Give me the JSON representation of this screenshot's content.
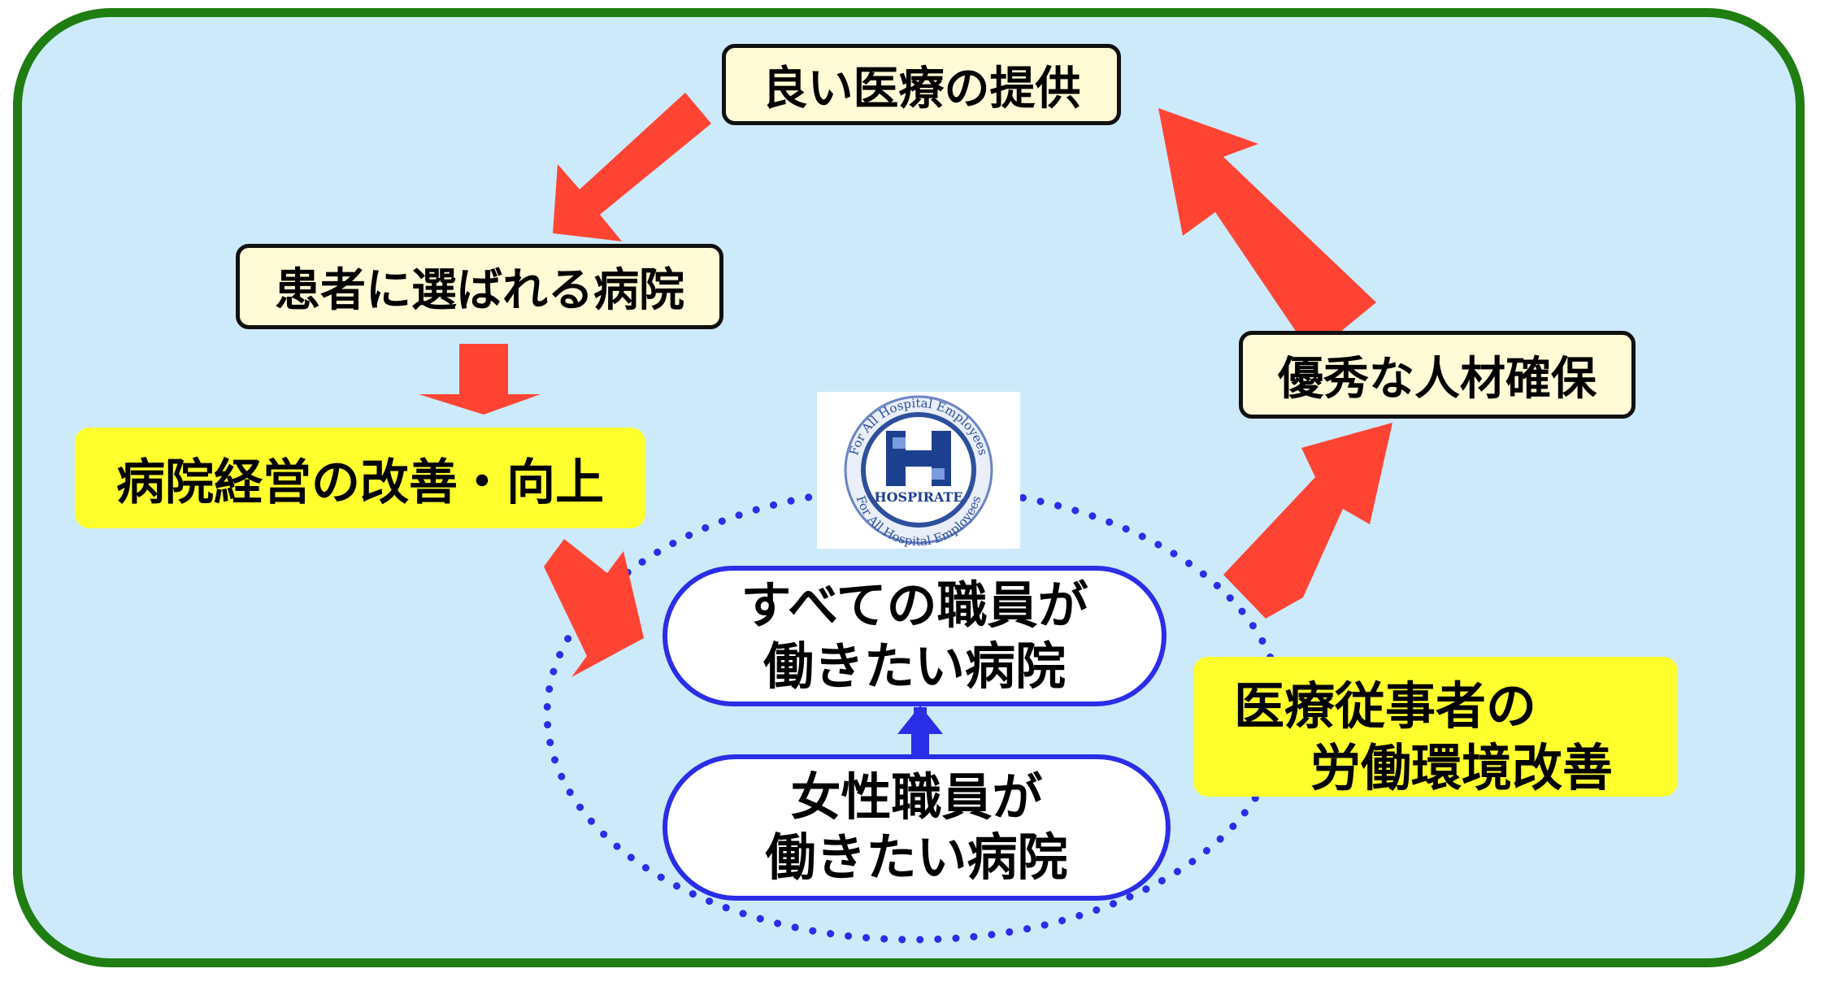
{
  "diagram": {
    "nodes": {
      "good_care": "良い医療の提供",
      "patients_choose": "患者に選ばれる病院",
      "management": "病院経営の改善・向上",
      "talent": "優秀な人材確保",
      "work_env_line1": "医療従事者の",
      "work_env_line2": "労働環境改善",
      "all_staff_line1": "すべての職員が",
      "all_staff_line2": "働きたい病院",
      "female_staff_line1": "女性職員が",
      "female_staff_line2": "働きたい病院"
    },
    "logo": {
      "name": "HOSPIRATE",
      "arc_text": "For All Hospital Employees"
    },
    "colors": {
      "background": "#cdeafb",
      "frame_border": "#1f7d12",
      "arrow_red": "#ff4433",
      "arrow_blue": "#2a2ee6",
      "highlight_yellow": "#ffff2e",
      "box_cream": "#fffbd6",
      "dotted_circle": "#2a2ee6"
    }
  }
}
